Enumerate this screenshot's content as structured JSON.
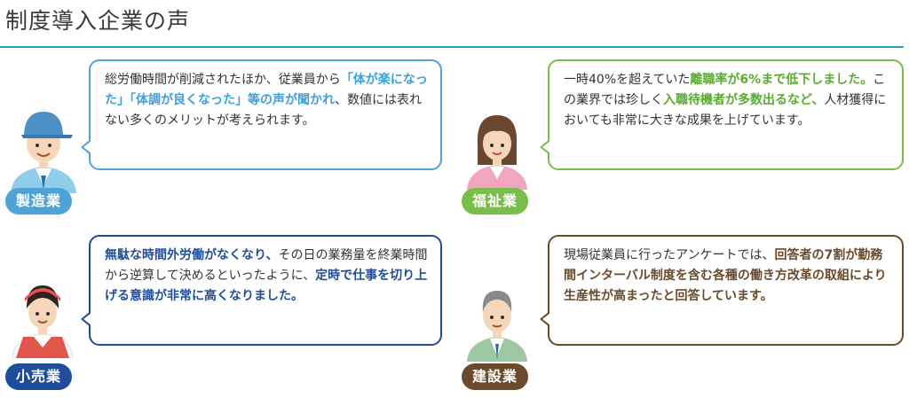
{
  "page_title": "制度導入企業の声",
  "colors": {
    "rule": "#27a3c4",
    "manufacturing": "#4da3d8",
    "welfare": "#79be4a",
    "retail": "#1f4d9a",
    "construction": "#6a4a2a"
  },
  "testimonials": [
    {
      "industry": "製造業",
      "segments": [
        {
          "text": "総労働時間が削減されたほか、従業員から",
          "hl": false
        },
        {
          "text": "「体が楽になった」「体調が良くなった」等の声が聞かれ",
          "hl": true
        },
        {
          "text": "、数値には表れない多くのメリットが考えられます。",
          "hl": false
        }
      ]
    },
    {
      "industry": "福祉業",
      "segments": [
        {
          "text": "一時40%を超えていた",
          "hl": false
        },
        {
          "text": "離職率が6%まで低下しました。",
          "hl": true
        },
        {
          "text": "この業界では珍しく",
          "hl": false
        },
        {
          "text": "入職待機者が多数出るなど、",
          "hl": true
        },
        {
          "text": "人材獲得においても非常に大きな成果を上げています。",
          "hl": false
        }
      ]
    },
    {
      "industry": "小売業",
      "segments": [
        {
          "text": "無駄な時間外労働がなくなり、",
          "hl": true
        },
        {
          "text": "その日の業務量を終業時間から逆算して決めるといったように、",
          "hl": false
        },
        {
          "text": "定時で仕事を切り上げる意識が非常に高くなりました。",
          "hl": true
        }
      ]
    },
    {
      "industry": "建設業",
      "segments": [
        {
          "text": "現場従業員に行ったアンケートでは、",
          "hl": false
        },
        {
          "text": "回答者の7割が勤務間インターバル制度を含む各種の働き方改革の取組により生産性が高まったと回答しています。",
          "hl": true
        }
      ]
    }
  ]
}
